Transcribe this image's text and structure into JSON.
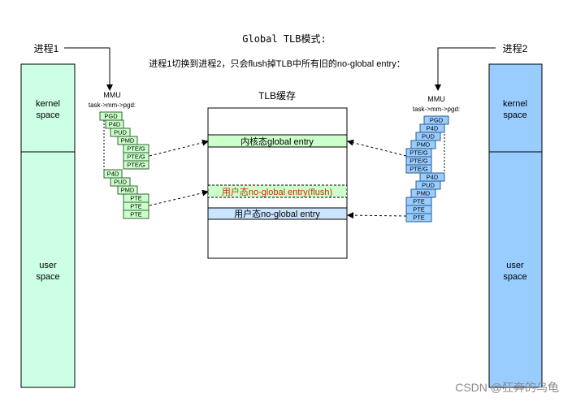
{
  "title": "Global TLB模式:",
  "subtitle": "进程1切换到进程2，只会flush掉TLB中所有旧的no-global entry：",
  "process1": {
    "label": "进程1",
    "kernel": [
      "kernel",
      "space"
    ],
    "user": [
      "user",
      "space"
    ],
    "mmu": "MMU",
    "pgd_path": "task->mm->pgd:",
    "kernel_tables": [
      "PGD",
      "P4D",
      "PUD",
      "PMD",
      "PTE/G",
      "PTE/G",
      "PTE/G"
    ],
    "user_tables": [
      "P4D",
      "PUD",
      "PMD",
      "PTE",
      "PTE",
      "PTE"
    ]
  },
  "process2": {
    "label": "进程2",
    "kernel": [
      "kernel",
      "space"
    ],
    "user": [
      "user",
      "space"
    ],
    "mmu": "MMU",
    "pgd_path": "task->mm->pgd:",
    "tables": [
      "PGD",
      "P4D",
      "PUD",
      "PMD",
      "PTE/G",
      "PTE/G",
      "PTE/G",
      "P4D",
      "PUD",
      "PMD",
      "PTE",
      "PTE",
      "PTE"
    ]
  },
  "tlb": {
    "label": "TLB缓存",
    "entries": [
      "内核态global entry",
      "用户态no-global entry(flush)",
      "用户态no-global entry"
    ]
  },
  "watermark": "CSDN @狂奔的乌龟",
  "colors": {
    "green_fill": "#ccffcc",
    "green_stroke": "#336633",
    "space1_fill": "#ccffe6",
    "space2_fill": "#99ccff",
    "blue_fill": "#99ccff",
    "blue_stroke": "#2b5d8f",
    "tlb_entry3_fill": "#cce5ff",
    "flush_text": "#cc3300"
  }
}
